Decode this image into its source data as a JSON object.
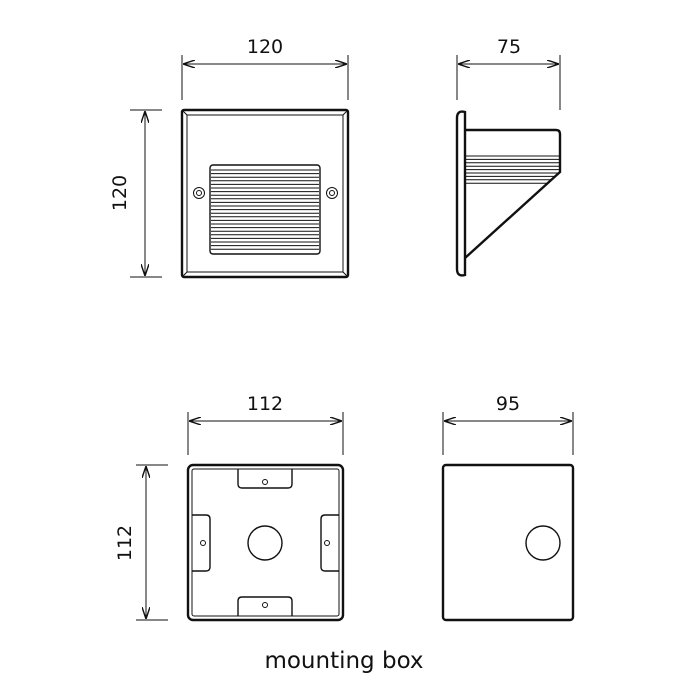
{
  "dimensions": {
    "luminaire_width": "120",
    "luminaire_height": "120",
    "luminaire_depth": "75",
    "box_width": "112",
    "box_height": "112",
    "box_depth": "95"
  },
  "caption": "mounting box",
  "colors": {
    "line": "#111111",
    "background": "#ffffff"
  }
}
